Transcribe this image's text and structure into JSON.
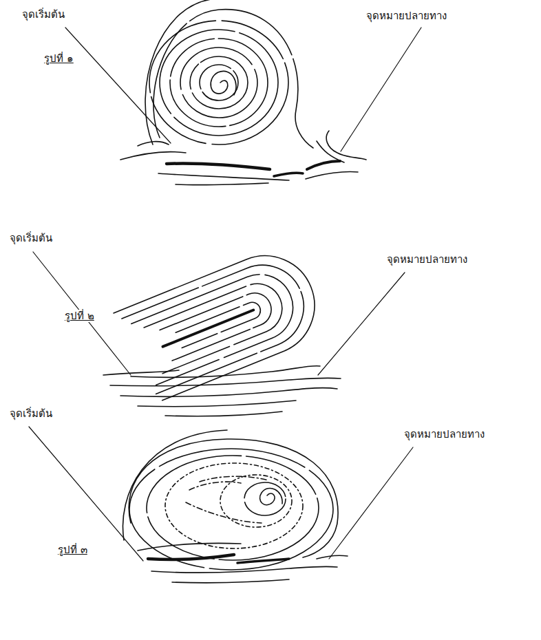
{
  "diagram": {
    "labels": [
      "จุดเริ่มต้น",
      "จุดหมายปลายทาง",
      "รูปที่ ๑",
      "จุดเริ่มต้น",
      "จุดหมายปลายทาง",
      "รูปที่ ๒",
      "จุดเริ่มต้น",
      "จุดหมายปลายทาง",
      "รูปที่ ๓"
    ]
  }
}
